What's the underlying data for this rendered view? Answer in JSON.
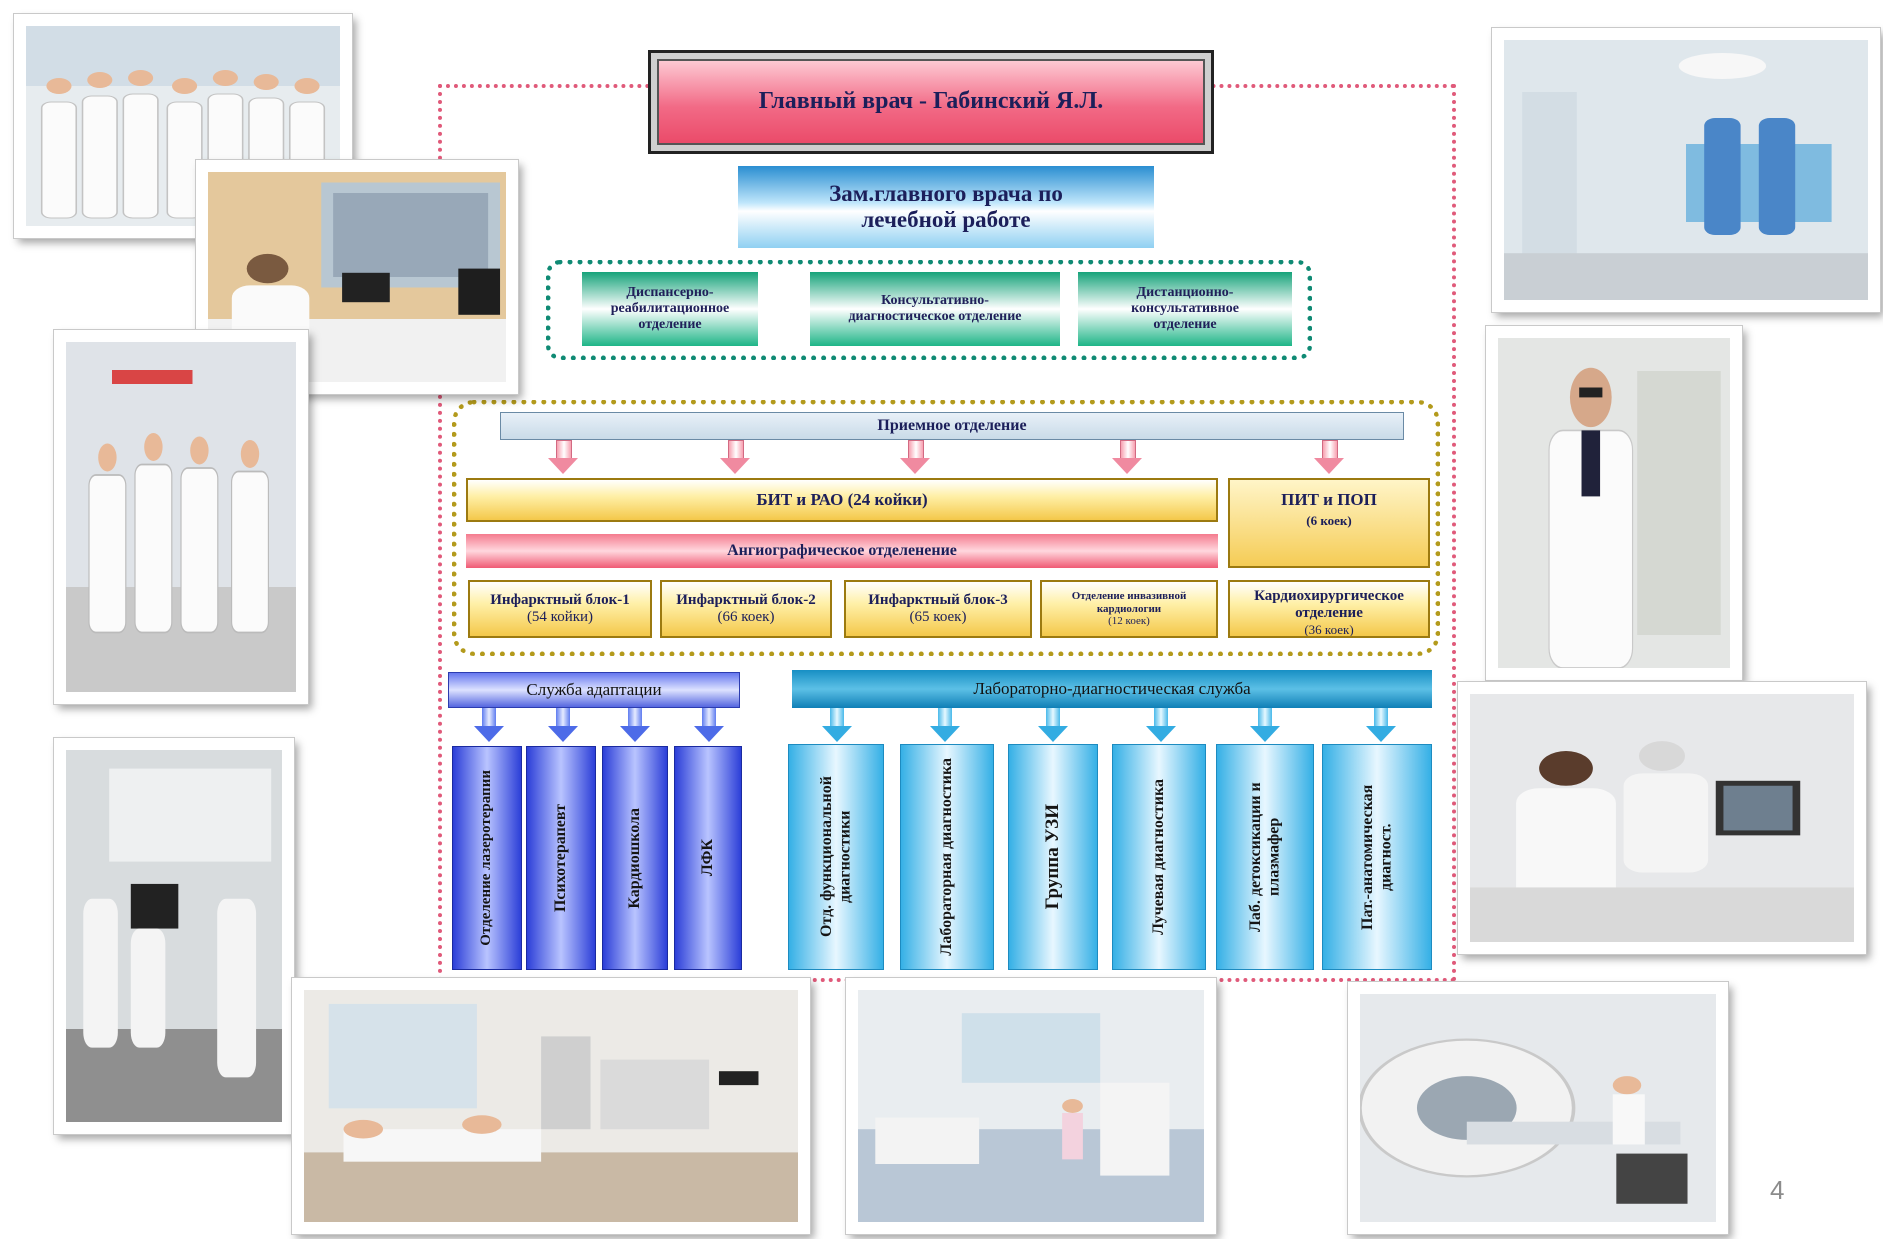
{
  "chart": {
    "chief": "Главный врач - Габинский Я.Л.",
    "deputy_line1": "Зам.главного врача по",
    "deputy_line2": "лечебной работе",
    "outpatient_units": [
      {
        "line1": "Диспансерно-",
        "line2": "реабилитационное",
        "line3": "отделение"
      },
      {
        "line1": "Консультативно-",
        "line2": "диагностическое отделение",
        "line3": ""
      },
      {
        "line1": "Дистанционно-",
        "line2": "консультативное",
        "line3": "отделение"
      }
    ],
    "admission": "Приемное отделение",
    "bit_rao": "БИТ и РАО  (24 койки)",
    "pit_pop_title": "ПИТ и ПОП",
    "pit_pop_beds": "(6 коек)",
    "angio": "Ангиографическое отделенение",
    "blocks": [
      {
        "title": "Инфарктный блок-1",
        "beds": "(54 койки)"
      },
      {
        "title": "Инфарктный блок-2",
        "beds": "(66 коек)"
      },
      {
        "title": "Инфарктный блок-3",
        "beds": "(65 коек)"
      },
      {
        "title": "Отделение инвазивной кардиологии",
        "beds": "(12 коек)"
      },
      {
        "title": "Кардиохирургическое отделение",
        "beds": "(36 коек)"
      }
    ],
    "adaptation": {
      "header": "Служба адаптации",
      "units": [
        "Отделение лазеротерапии",
        "Психотерапевт",
        "Кардиошкола",
        "ЛФК"
      ]
    },
    "lab": {
      "header": "Лабораторно-диагностическая служба",
      "units": [
        "Отд. функциональной диагностики",
        "Лабораторная диагностика",
        "Группа УЗИ",
        "Лучевая диагностика",
        "Лаб. детоксикации и плазмафер",
        "Пат.-анатомическая диагност."
      ]
    }
  },
  "photos": [
    {
      "subject": "staff group portrait"
    },
    {
      "subject": "doctor at monitors"
    },
    {
      "subject": "staff in corridor"
    },
    {
      "subject": "staff at ultrasound"
    },
    {
      "subject": "treatment room"
    },
    {
      "subject": "laboratory"
    },
    {
      "subject": "CT scanner"
    },
    {
      "subject": "operating room"
    },
    {
      "subject": "chief physician"
    },
    {
      "subject": "doctors reviewing scan"
    }
  ],
  "colors": {
    "accent_red": "#e94463",
    "accent_blue": "#2c3fd8",
    "accent_cyan": "#35b0e6",
    "accent_green": "#16a37a",
    "accent_gold": "#f4c84a"
  },
  "page_number": "4"
}
